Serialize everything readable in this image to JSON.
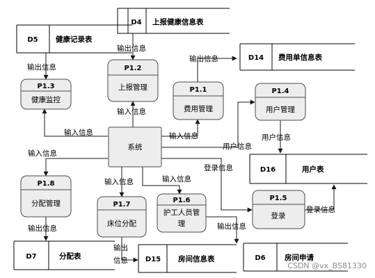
{
  "system": {
    "label": "系统"
  },
  "processes": {
    "p11": {
      "id": "P1.1",
      "name": "费用管理"
    },
    "p12": {
      "id": "P1.2",
      "name": "上报管理"
    },
    "p13": {
      "id": "P1.3",
      "name": "健康监控"
    },
    "p14": {
      "id": "P1.4",
      "name": "用户管理"
    },
    "p15": {
      "id": "P1.5",
      "name": "登录"
    },
    "p16": {
      "id": "P1.6",
      "name_line1": "护工人员管",
      "name_line2": "理"
    },
    "p17": {
      "id": "P1.7",
      "name": "床位分配"
    },
    "p18": {
      "id": "P1.8",
      "name": "分配管理"
    }
  },
  "stores": {
    "d4": {
      "id": "D4",
      "name": "上报健康信息表"
    },
    "d5": {
      "id": "D5",
      "name": "健康记录表"
    },
    "d6": {
      "id": "D6",
      "name": "房间申请"
    },
    "d7": {
      "id": "D7",
      "name": "分配表"
    },
    "d14": {
      "id": "D14",
      "name": "费用单信息表"
    },
    "d15": {
      "id": "D15",
      "name": "房间信息表"
    },
    "d16": {
      "id": "D16",
      "name": "用户表"
    }
  },
  "labels": {
    "d4_p12": "输出信息",
    "d5_p13": "输出信息",
    "p11_d14": "输出信息",
    "sys_p12": "输入信息",
    "sys_p13": "输入信息",
    "sys_p11": "输入信息",
    "sys_p14": "用户信息",
    "p14_d16": "用户信息",
    "sys_p18": "输入信息",
    "sys_p15": "登录信息",
    "p15_d16": "登录信息",
    "sys_p17": "输入信息",
    "sys_p16": "输入信息",
    "p18_d7": "输出信息",
    "p17_d15_l1": "输出",
    "p17_d15_l2": "信息",
    "p16_d6": "输出信息"
  },
  "watermark": "CSDN @vx_BS81330"
}
